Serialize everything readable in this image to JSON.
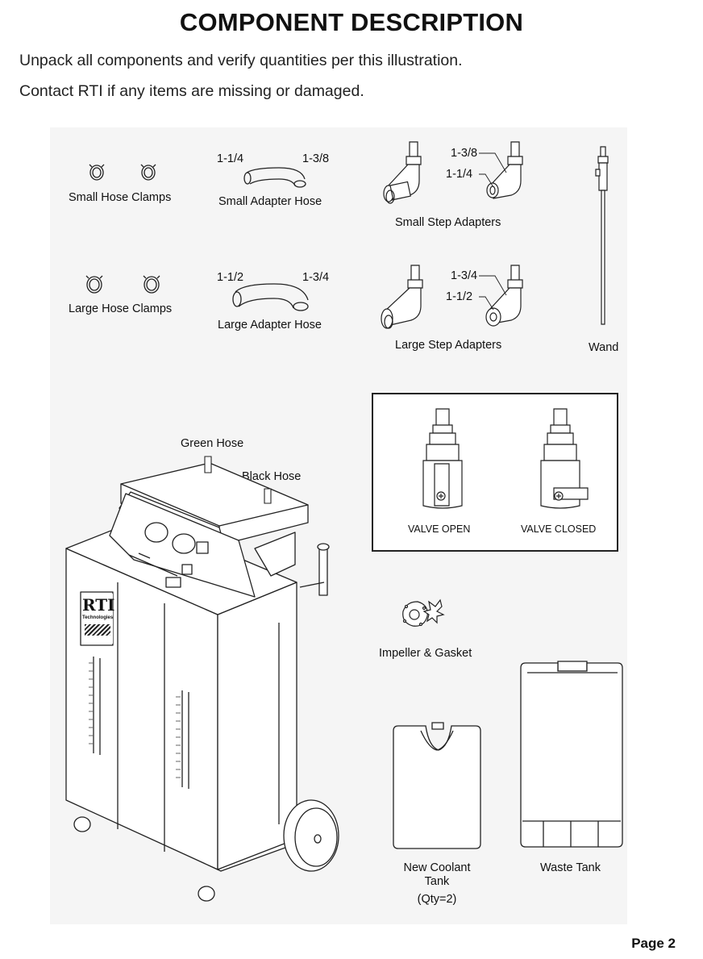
{
  "heading": "COMPONENT DESCRIPTION",
  "intro": [
    "Unpack all components and verify quantities per this illustration.",
    "Contact RTI if any items are missing or damaged."
  ],
  "components": {
    "small_hose_clamps": "Small Hose Clamps",
    "large_hose_clamps": "Large Hose Clamps",
    "small_adapter_hose": {
      "label": "Small Adapter Hose",
      "size_left": "1-1/4",
      "size_right": "1-3/8"
    },
    "large_adapter_hose": {
      "label": "Large Adapter Hose",
      "size_left": "1-1/2",
      "size_right": "1-3/4"
    },
    "small_step_adapters": {
      "label": "Small Step Adapters",
      "size_a": "1-3/8",
      "size_b": "1-1/4"
    },
    "large_step_adapters": {
      "label": "Large Step Adapters",
      "size_a": "1-3/4",
      "size_b": "1-1/2"
    },
    "wand": "Wand",
    "green_hose": "Green Hose",
    "black_hose": "Black Hose",
    "valve_open": "VALVE OPEN",
    "valve_closed": "VALVE CLOSED",
    "impeller_gasket": "Impeller & Gasket",
    "new_coolant_tank": {
      "line1": "New Coolant",
      "line2": "Tank",
      "qty": "(Qty=2)"
    },
    "waste_tank": "Waste Tank",
    "machine_logo": {
      "brand": "RTI",
      "sub": "Technologies"
    }
  },
  "footer": {
    "page": "Page 2"
  }
}
